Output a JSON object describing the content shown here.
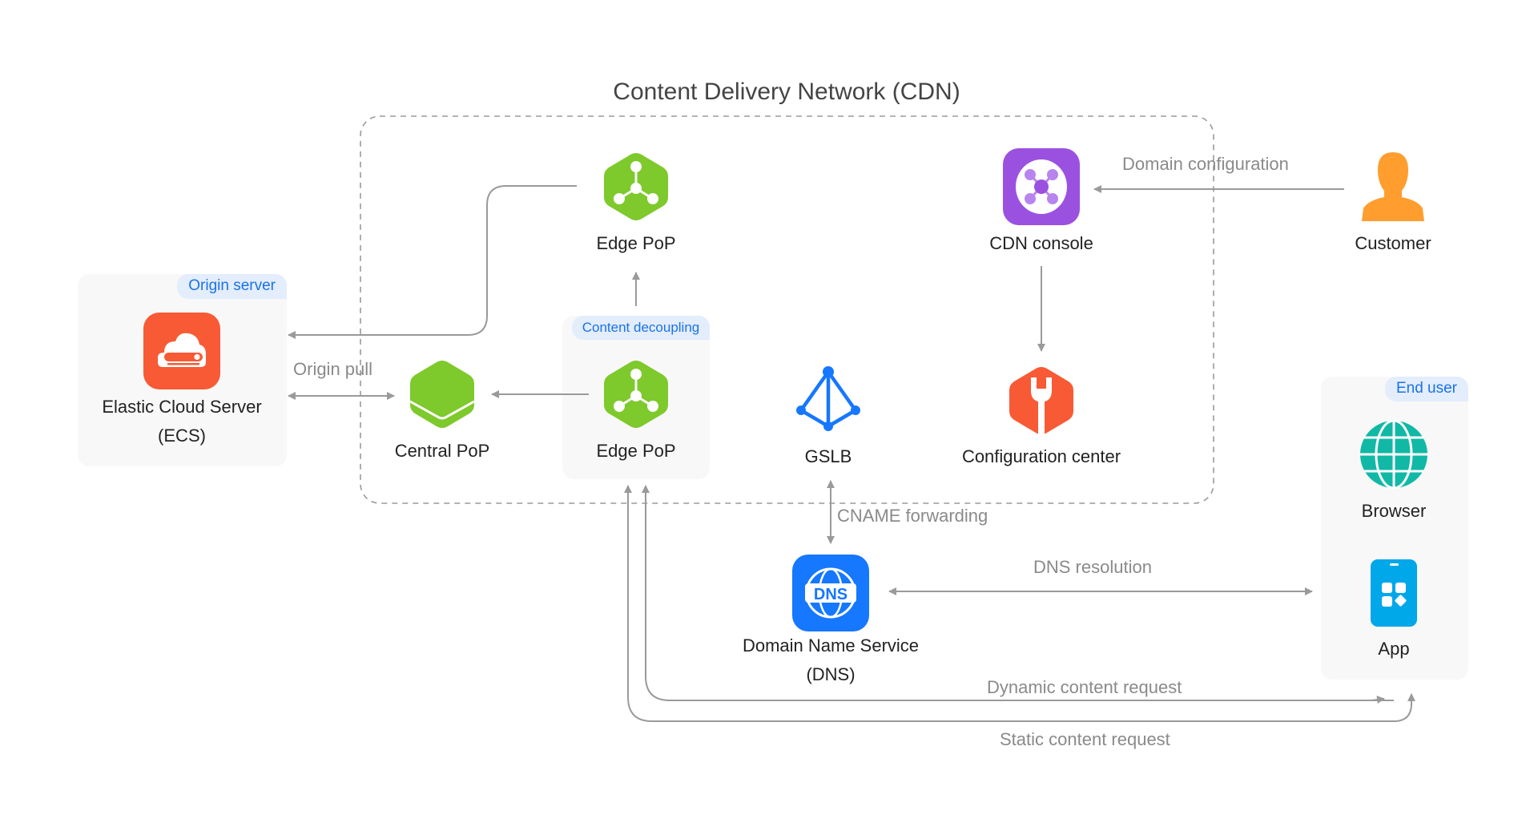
{
  "title": "Content Delivery Network (CDN)",
  "groups": {
    "origin_server": {
      "tag": "Origin server"
    },
    "content_decoupling": {
      "tag": "Content decoupling"
    },
    "end_user": {
      "tag": "End user"
    }
  },
  "nodes": {
    "ecs": {
      "label_line1": "Elastic Cloud Server",
      "label_line2": "(ECS)",
      "icon": "cloud-server-icon",
      "color": "#f85a35"
    },
    "edge_pop_top": {
      "label": "Edge PoP",
      "icon": "edge-pop-hexagon-icon",
      "color": "#7ec92b"
    },
    "edge_pop_bottom": {
      "label": "Edge PoP",
      "icon": "edge-pop-hexagon-icon",
      "color": "#7ec92b"
    },
    "central_pop": {
      "label": "Central PoP",
      "icon": "central-pop-hexagon-icon",
      "color": "#7ec92b"
    },
    "gslb": {
      "label": "GSLB",
      "icon": "gslb-pyramid-icon",
      "color": "#1677ff"
    },
    "cdn_console": {
      "label": "CDN console",
      "icon": "cdn-console-icon",
      "color": "#9b51e0"
    },
    "config_center": {
      "label": "Configuration center",
      "icon": "wrench-hexagon-icon",
      "color": "#f85a35"
    },
    "customer": {
      "label": "Customer",
      "icon": "person-icon",
      "color": "#ff9d2e"
    },
    "dns": {
      "label_line1": "Domain Name Service",
      "label_line2": "(DNS)",
      "icon": "dns-globe-icon",
      "icon_text": "DNS",
      "color": "#1677ff"
    },
    "browser": {
      "label": "Browser",
      "icon": "globe-icon",
      "color": "#12b8a6"
    },
    "app": {
      "label": "App",
      "icon": "mobile-app-icon",
      "color": "#00a8ea"
    }
  },
  "edges": {
    "origin_pull": "Origin pull",
    "domain_configuration": "Domain configuration",
    "cname_forwarding": "CNAME forwarding",
    "dns_resolution": "DNS resolution",
    "dynamic_content_request": "Dynamic content request",
    "static_content_request": "Static content request"
  },
  "colors": {
    "line": "#9a9a9a",
    "dashed_border": "#9a9a9a",
    "tag_bg": "#e3edfc",
    "tag_text": "#1a73e8",
    "group_bg": "#f8f8f8"
  }
}
